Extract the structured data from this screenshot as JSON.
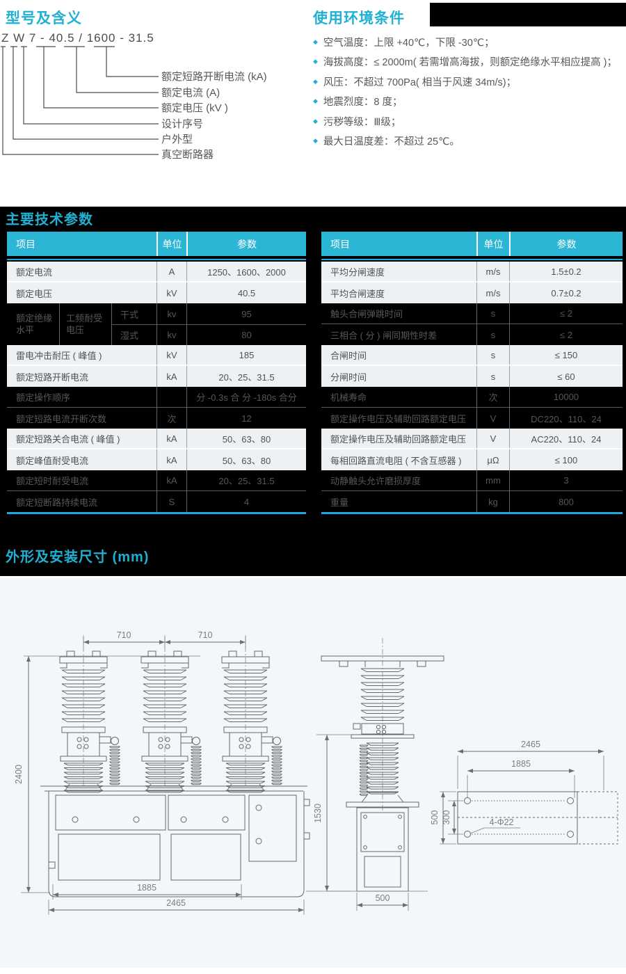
{
  "colors": {
    "accent_cyan": "#1fb0d2",
    "table_header_bg": "#2bb6d5",
    "accent_line_blue": "#1fa9e1",
    "body_text": "#56585b",
    "light_row_bg": "#eef1f3",
    "panel_bg": "#f1f7fa",
    "band_bg": "#000000"
  },
  "sections": {
    "model_title": "型号及含义",
    "environment_title": "使用环境条件",
    "parameters_title": "主要技术参数",
    "dimensions_title": "外形及安装尺寸 (mm)"
  },
  "model": {
    "code": "Z W 7 - 40.5 / 1600 - 31.5",
    "labels": [
      "额定短路开断电流 (kA)",
      "额定电流 (A)",
      "额定电压 (kV )",
      "设计序号",
      "户外型",
      "真空断路器"
    ]
  },
  "environment": {
    "bullet_icon": "◆",
    "items": [
      "空气温度：上限 +40℃，下限 -30℃；",
      "海拔高度：≤ 2000m( 若需增高海拔，则额定绝缘水平相应提高 )；",
      "风压：不超过 700Pa( 相当于风速 34m/s)；",
      "地震烈度：8 度；",
      "污秽等级：Ⅲ级；",
      "最大日温度差：不超过 25℃。"
    ]
  },
  "tables": {
    "headers": {
      "item": "项目",
      "unit": "单位",
      "param": "参数"
    },
    "left": {
      "rows": [
        {
          "item": "额定电流",
          "unit": "A",
          "value": "1250、1600、2000"
        },
        {
          "item": "额定电压",
          "unit": "kV",
          "value": "40.5"
        },
        {
          "item_a": "额定绝缘水平",
          "item_b": "工频耐受电压",
          "sub1": "干式",
          "sub1_unit": "kv",
          "sub1_value": "95",
          "sub2": "湿式",
          "sub2_unit": "kv",
          "sub2_value": "80"
        },
        {
          "item": "雷电冲击耐压 ( 峰值 )",
          "unit": "kV",
          "value": "185"
        },
        {
          "item": "额定短路开断电流",
          "unit": "kA",
          "value": "20、25、31.5"
        },
        {
          "item": "额定操作顺序",
          "unit": "",
          "value": "分 -0.3s 合 分 -180s 合分"
        },
        {
          "item": "额定短路电流开断次数",
          "unit": "次",
          "value": "12"
        },
        {
          "item": "额定短路关合电流 ( 峰值 )",
          "unit": "kA",
          "value": "50、63、80"
        },
        {
          "item": "额定峰值耐受电流",
          "unit": "kA",
          "value": "50、63、80"
        },
        {
          "item": "额定短时耐受电流",
          "unit": "kA",
          "value": "20、25、31.5"
        },
        {
          "item": "额定短断路持续电流",
          "unit": "S",
          "value": "4"
        }
      ]
    },
    "right": {
      "rows": [
        {
          "item": "平均分闸速度",
          "unit": "m/s",
          "value": "1.5±0.2"
        },
        {
          "item": "平均合闸速度",
          "unit": "m/s",
          "value": "0.7±0.2"
        },
        {
          "item": "触头合闸弹跳时间",
          "unit": "s",
          "value": "≤ 2"
        },
        {
          "item": "三相合 ( 分 ) 闸同期性时差",
          "unit": "s",
          "value": "≤ 2"
        },
        {
          "item": "合闸时间",
          "unit": "s",
          "value": "≤ 150"
        },
        {
          "item": "分闸时间",
          "unit": "s",
          "value": "≤ 60"
        },
        {
          "item": "机械寿命",
          "unit": "次",
          "value": "10000"
        },
        {
          "item": "额定操作电压及辅助回路额定电压",
          "unit": "V",
          "value": "DC220、110、24"
        },
        {
          "item": "额定操作电压及辅助回路额定电压",
          "unit": "V",
          "value": "AC220、110、24"
        },
        {
          "item": "每相回路直流电阻 ( 不含互感器 )",
          "unit": "μΩ",
          "value": "≤ 100"
        },
        {
          "item": "动静触头允许磨损厚度",
          "unit": "mm",
          "value": "3"
        },
        {
          "item": "重量",
          "unit": "kg",
          "value": "800"
        }
      ]
    }
  },
  "drawing": {
    "front": {
      "pole_pitch": "710",
      "height": "2400",
      "base_inner": "1885",
      "base_outer": "2465"
    },
    "side": {
      "height": "1530",
      "width": "500"
    },
    "plate": {
      "outer_width": "2465",
      "hole_span_x": "1885",
      "outer_height": "500",
      "hole_span_y": "300",
      "holes_label": "4-Φ22"
    }
  }
}
